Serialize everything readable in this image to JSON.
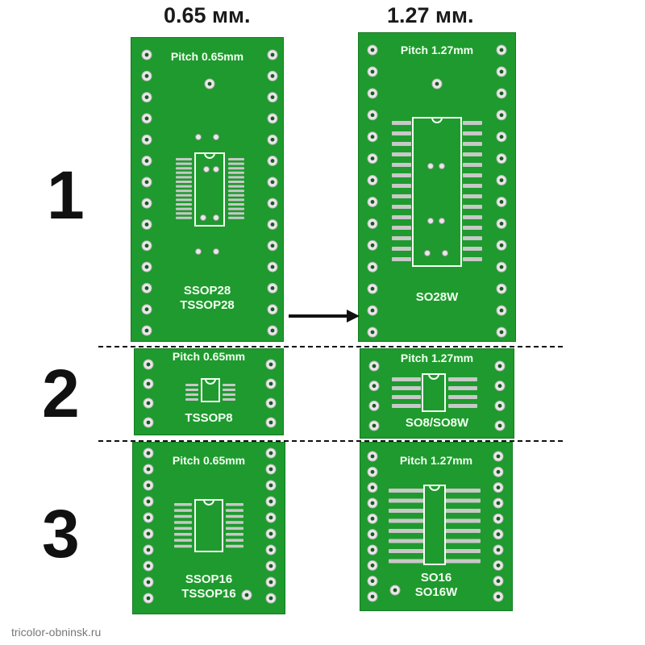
{
  "headers": {
    "left": "0.65 мм.",
    "right": "1.27 мм."
  },
  "section_numbers": [
    "1",
    "2",
    "3"
  ],
  "boards": {
    "left_1": {
      "pitch": "Pitch 0.65mm",
      "label_line1": "SSOP28",
      "label_line2": "TSSOP28"
    },
    "left_2": {
      "pitch": "Pitch 0.65mm",
      "label": "TSSOP8"
    },
    "left_3": {
      "pitch": "Pitch 0.65mm",
      "label_line1": "SSOP16",
      "label_line2": "TSSOP16"
    },
    "right_1": {
      "pitch": "Pitch 1.27mm",
      "label": "SO28W"
    },
    "right_2": {
      "pitch": "Pitch 1.27mm",
      "label": "SO8/SO8W"
    },
    "right_3": {
      "pitch": "Pitch 1.27mm",
      "label_line1": "SO16",
      "label_line2": "SO16W"
    }
  },
  "credit": "tricolor-obninsk.ru",
  "colors": {
    "pcb_green": "#1f9a2e",
    "silk": "#f2fff2",
    "pad": "#c8c8c8",
    "ink": "#111111"
  }
}
